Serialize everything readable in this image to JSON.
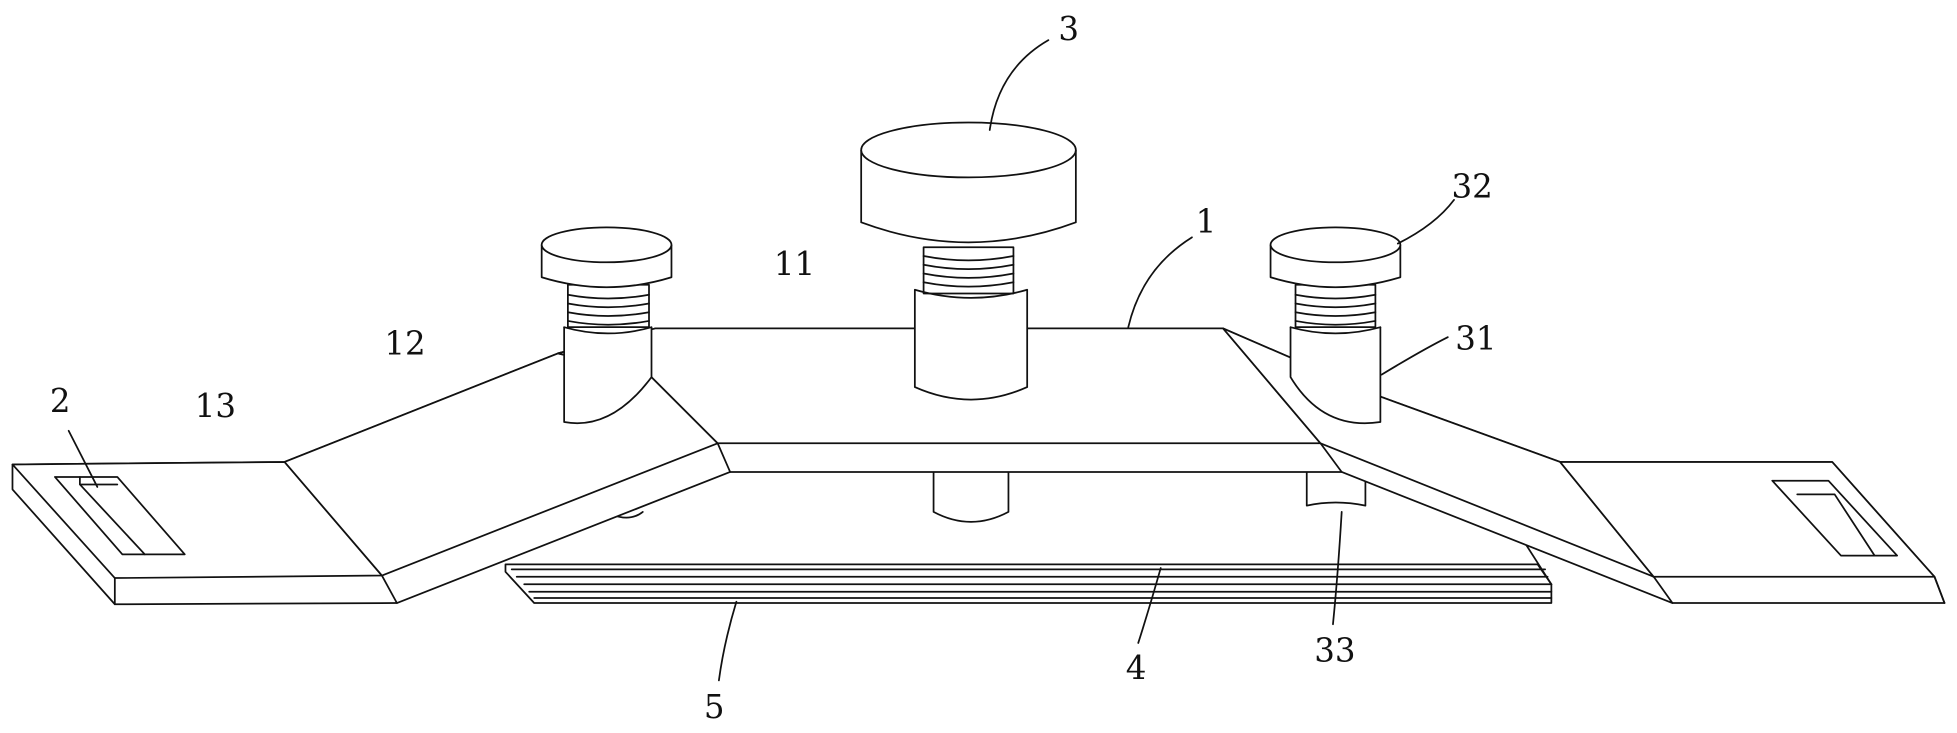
{
  "figure": {
    "type": "patent-perspective-drawing",
    "labels": {
      "device": "1",
      "center_plate": "11",
      "ramp": "12",
      "foot": "13",
      "slot": "2",
      "large_knob": "3",
      "sleeve": "31",
      "small_knob": "32",
      "lower_pin": "33",
      "pad": "4",
      "base_layer": "5"
    }
  }
}
